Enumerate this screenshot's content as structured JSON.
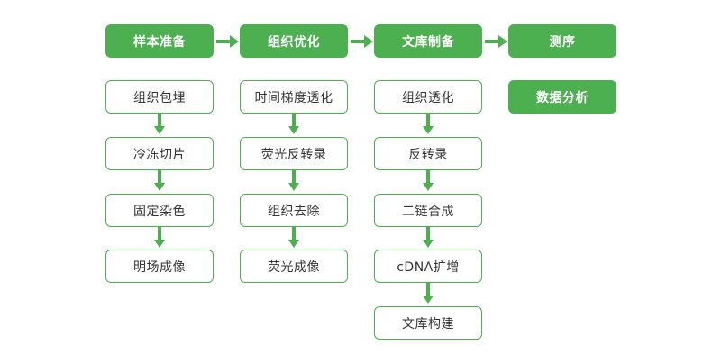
{
  "colors": {
    "accent": "#4caf50",
    "text": "#333333",
    "header_text": "#ffffff"
  },
  "columns": [
    {
      "header": "样本准备",
      "steps": [
        "组织包埋",
        "冷冻切片",
        "固定染色",
        "明场成像"
      ]
    },
    {
      "header": "组织优化",
      "steps": [
        "时间梯度透化",
        "荧光反转录",
        "组织去除",
        "荧光成像"
      ]
    },
    {
      "header": "文库制备",
      "steps": [
        "组织透化",
        "反转录",
        "二链合成",
        "cDNA扩增",
        "文库构建"
      ]
    },
    {
      "header": "测序",
      "result": "数据分析"
    }
  ]
}
